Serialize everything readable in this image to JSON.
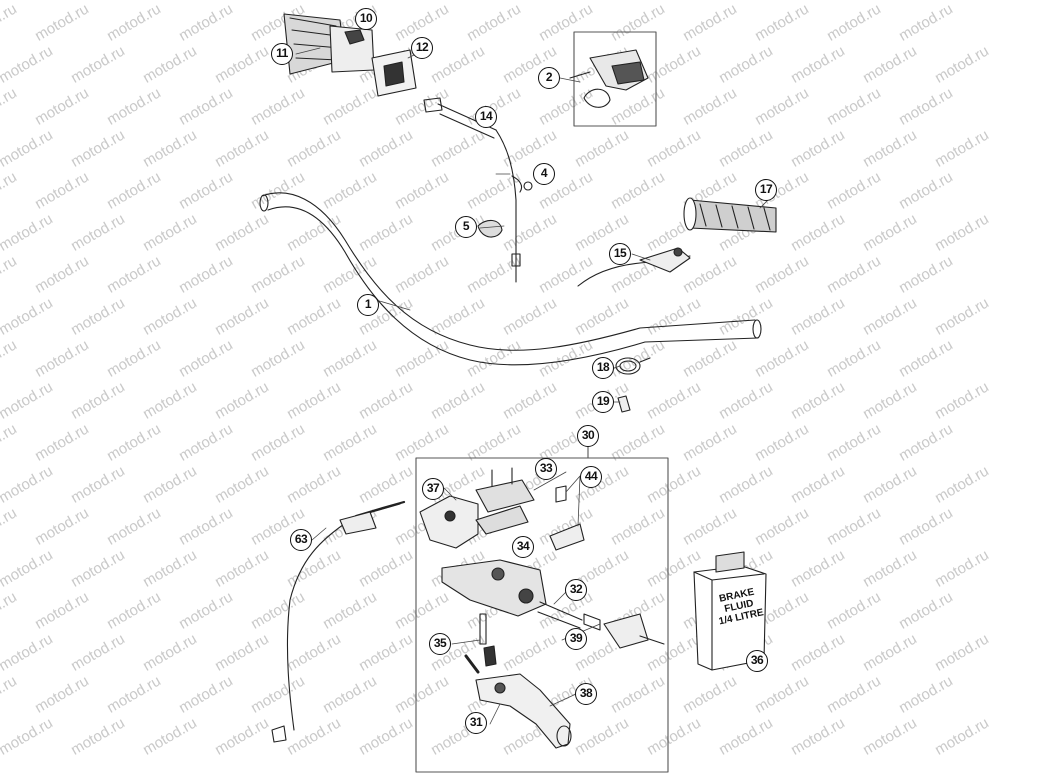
{
  "watermark": "motod.ru",
  "part_labels": [
    "1",
    "2",
    "4",
    "5",
    "10",
    "11",
    "12",
    "14",
    "15",
    "17",
    "18",
    "19",
    "30",
    "31",
    "32",
    "33",
    "34",
    "35",
    "36",
    "37",
    "38",
    "39",
    "44",
    "63"
  ],
  "bottle": {
    "line1": "BRAKE",
    "line2": "FLUID",
    "line3": "1/4 LITRE"
  }
}
